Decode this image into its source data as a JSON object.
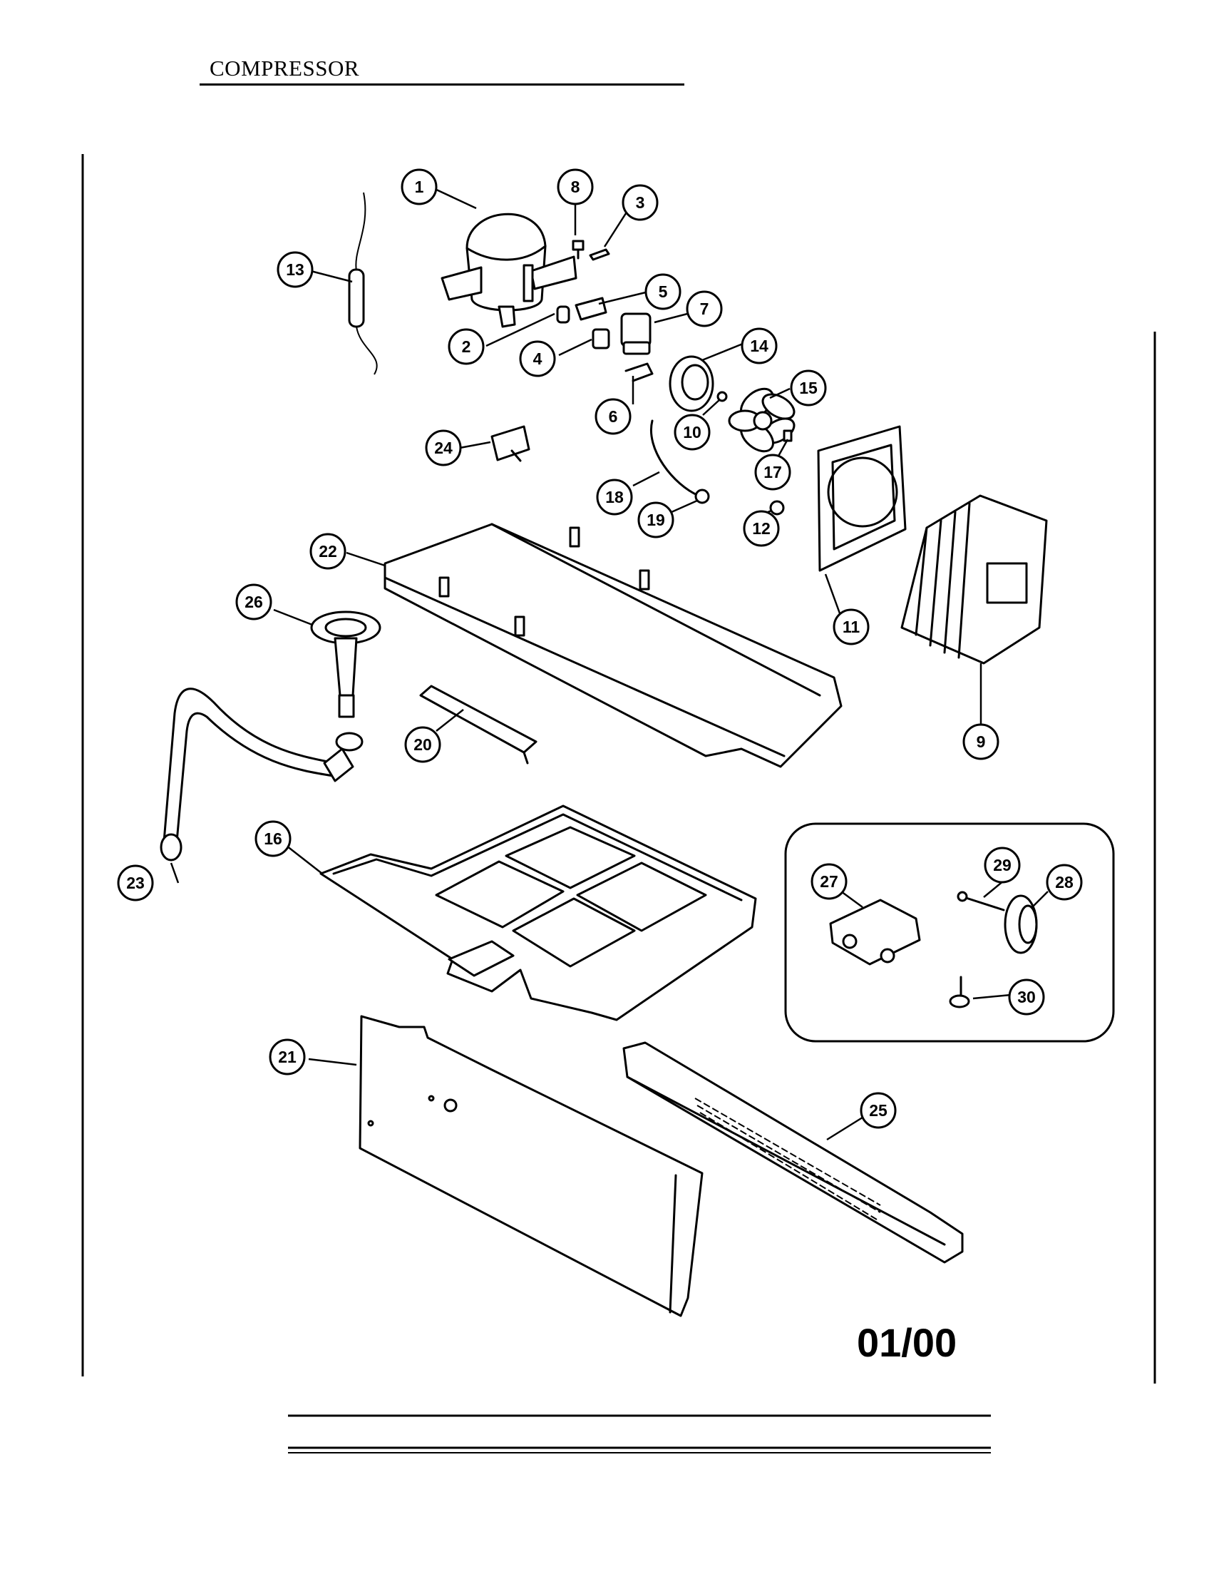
{
  "page": {
    "title": "COMPRESSOR",
    "revision": "01/00"
  },
  "callouts": [
    "1",
    "2",
    "3",
    "4",
    "5",
    "6",
    "7",
    "8",
    "9",
    "10",
    "11",
    "12",
    "13",
    "14",
    "15",
    "16",
    "17",
    "18",
    "19",
    "20",
    "21",
    "22",
    "23",
    "24",
    "25",
    "26",
    "27",
    "28",
    "29",
    "30"
  ]
}
